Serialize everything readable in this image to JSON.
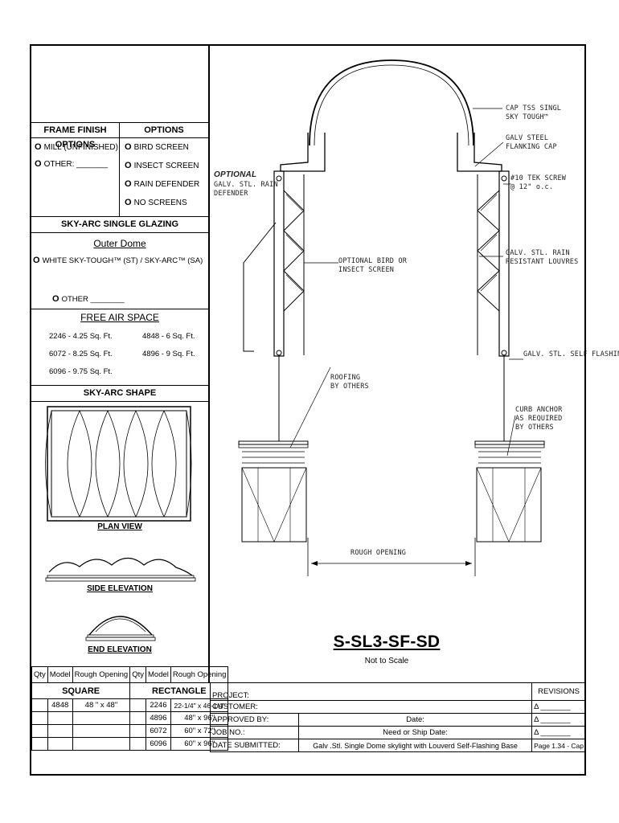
{
  "frame_finish": {
    "header": "FRAME FINISH OPTIONS",
    "items": [
      "MILL (UNFINISHED)",
      "OTHER: _______"
    ]
  },
  "options": {
    "header": "OPTIONS",
    "items": [
      "BIRD SCREEN",
      "INSECT SCREEN",
      "RAIN DEFENDER",
      "NO SCREENS"
    ]
  },
  "glazing": {
    "header": "SKY-ARC SINGLE GLAZING",
    "subheader": "Outer Dome",
    "item": "WHITE SKY-TOUGH™ (ST) / SKY-ARC™ (SA)",
    "other": "OTHER ________"
  },
  "free_air": {
    "header": "FREE AIR SPACE",
    "items": [
      "2246 - 4.25 Sq. Ft.",
      "4848 - 6 Sq. Ft.",
      "6072 - 8.25 Sq. Ft.",
      "4896 - 9 Sq. Ft.",
      "6096 - 9.75 Sq. Ft."
    ]
  },
  "shape": {
    "header": "SKY-ARC SHAPE",
    "plan": "PLAN VIEW",
    "side": "SIDE ELEVATION",
    "end": "END ELEVATION"
  },
  "drawing_labels": {
    "cap": "CAP TSS SINGL\nSKY TOUGH™",
    "galv_cap": "GALV STEEL\nFLANKING CAP",
    "tek": "#10 TEK SCREW\n@ 12\" o.c.",
    "optional_label": "OPTIONAL",
    "rain_defender": "GALV. STL. RAIN\nDEFENDER",
    "bird": "OPTIONAL BIRD OR\nINSECT SCREEN",
    "louvres": "GALV. STL. RAIN\nRESISTANT LOUVRES",
    "flashing": "GALV. STL. SELF FLASHING",
    "roofing": "ROOFING\nBY OTHERS",
    "curb": "CURB ANCHOR\nAS REQUIRED\nBY OTHERS",
    "rough": "ROUGH OPENING"
  },
  "title": {
    "code": "S-SL3-SF-SD",
    "scale": "Not to Scale"
  },
  "left_table": {
    "headers": [
      "Qty",
      "Model",
      "Rough Opening",
      "Qty",
      "Model",
      "Rough Opening"
    ],
    "square": "SQUARE",
    "rectangle": "RECTANGLE",
    "square_rows": [
      [
        "",
        "4848",
        "48 \" x 48\""
      ]
    ],
    "rect_rows": [
      [
        "",
        "2246",
        "22-1/4\" x 46-1/4\""
      ],
      [
        "",
        "4896",
        "48\" x 96\""
      ],
      [
        "",
        "6072",
        "60\" x 72\""
      ],
      [
        "",
        "6096",
        "60\" x 96\""
      ]
    ]
  },
  "project_block": {
    "project": "PROJECT:",
    "customer": "CUSTOMER:",
    "approved": "APPROVED BY:",
    "date": "Date:",
    "job": "JOB NO.:",
    "ship": "Need or Ship Date:",
    "submitted": "DATE SUBMITTED:",
    "description": "Galv .Stl. Single Dome skylight with Louverd Self-Flashing Base",
    "revisions": "REVISIONS",
    "rev_line": "Δ _______",
    "page": "Page 1.34 - Cap"
  }
}
